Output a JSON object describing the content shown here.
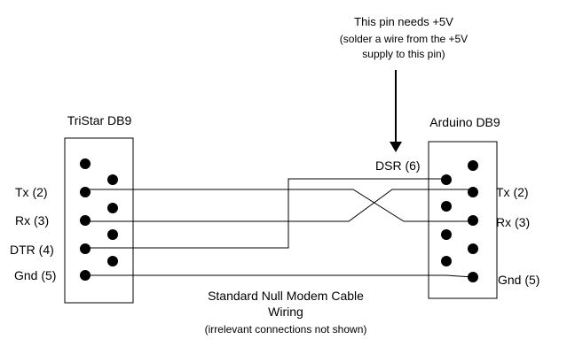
{
  "note": {
    "line1": "This pin needs +5V",
    "line2": "(solder a wire from the +5V",
    "line3": "supply to this pin)"
  },
  "left_connector": {
    "title": "TriStar DB9",
    "pins": {
      "tx": "Tx (2)",
      "rx": "Rx (3)",
      "dtr": "DTR (4)",
      "gnd": "Gnd (5)"
    }
  },
  "right_connector": {
    "title": "Arduino DB9",
    "pins": {
      "dsr": "DSR (6)",
      "tx": "Tx (2)",
      "rx": "Rx (3)",
      "gnd": "Gnd (5)"
    }
  },
  "caption": {
    "line1": "Standard Null Modem Cable",
    "line2": "Wiring",
    "line3": "(irrelevant connections not shown)"
  },
  "colors": {
    "stroke": "#000000",
    "background": "#ffffff"
  }
}
